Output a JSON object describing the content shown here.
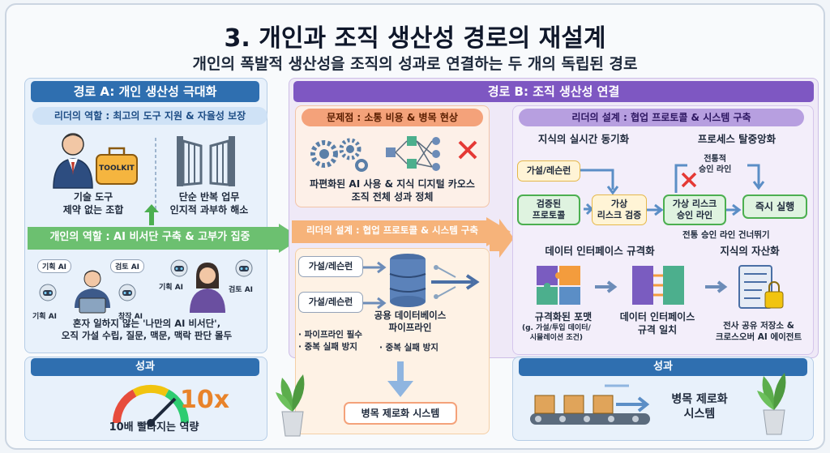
{
  "title": "3. 개인과 조직 생산성 경로의 재설계",
  "subtitle": "개인의 폭발적 생산성을 조직의 성과로 연결하는 두 개의 독립된 경로",
  "path_a": {
    "header": "경로 A: 개인 생산성 극대화",
    "leader_role": "리더의 역할 : 최고의 도구 지원 & 자율성 보장",
    "toolkit": "TOOLKIT",
    "tools_caption": "기술 도구\n제약 없는 조합",
    "routine_caption": "단순 반복 업무\n인지적 과부하 해소",
    "individual_role": "개인의 역할 : AI 비서단 구축 & 고부가 집중",
    "chips": [
      "기획 AI",
      "검토 AI",
      "기획 AI",
      "창작 AI",
      "기획 AI",
      "검토 AI"
    ],
    "individual_caption": "혼자 일하지 않는 '나만의 AI 비서단',\n오직 가설 수립, 질문, 맥문, 맥락 판단 몰두",
    "result_header": "성과",
    "gauge_label": "10x",
    "result_caption": "10배 빨라지는 역량"
  },
  "path_b": {
    "header": "경로 B: 조직 생산성 연결",
    "problem": "문제점 : 소통 비용 & 병목 현상",
    "problem_caption": "파편화된 AI 사용 & 지식 디지털 카오스\n조직 전체 성과 정체",
    "leader_design_mid": "리더의 설계 : 협업 프로토콜 & 시스템 구축",
    "lessons_1": "가설/레슨런",
    "lessons_2": "가설/레슨런",
    "db_caption": "공용 데이터베이스\n파이프라인",
    "pipe_left": "· 파이프라인 필수\n· 중복 실패 방지",
    "pipe_right": "· 중복 실패 방지",
    "bottleneck_system": "병목 제로화 시스템",
    "leader_design_right": "리더의 설계 : 협업 프로토콜 & 시스템 구축",
    "sync_title": "지식의 실시간 동기화",
    "process_title": "프로세스 탈중앙화",
    "sync_hypothesis": "가설/레슨런",
    "verified_protocol": "검증된\n프로토콜",
    "virtual_risk": "가상\n리스크 검증",
    "virtual_risk_line": "가상 리스크\n승인 라인",
    "traditional_line": "전통적\n승인 라인",
    "immediate": "즉시 실행",
    "skip_caption": "전통 승인 라인 건너뛰기",
    "data_interface_title": "데이터 인터페이스 규격화",
    "knowledge_asset_title": "지식의 자산화",
    "format_caption": "규격화된 포맷",
    "format_note": "(g. 가설/투입 데이터/\n시뮬레이션 조건)",
    "interface_match": "데이터 인터페이스\n규격 일치",
    "shared_repo": "전사 공유 저장소 &\n크로스오버 AI 에이전트",
    "result_header": "성과",
    "result_caption": "병목 제로화\n시스템"
  },
  "colors": {
    "blue": "#2f6fb0",
    "purple": "#7e57c2",
    "orange": "#f3a35c",
    "green": "#4caf50"
  }
}
